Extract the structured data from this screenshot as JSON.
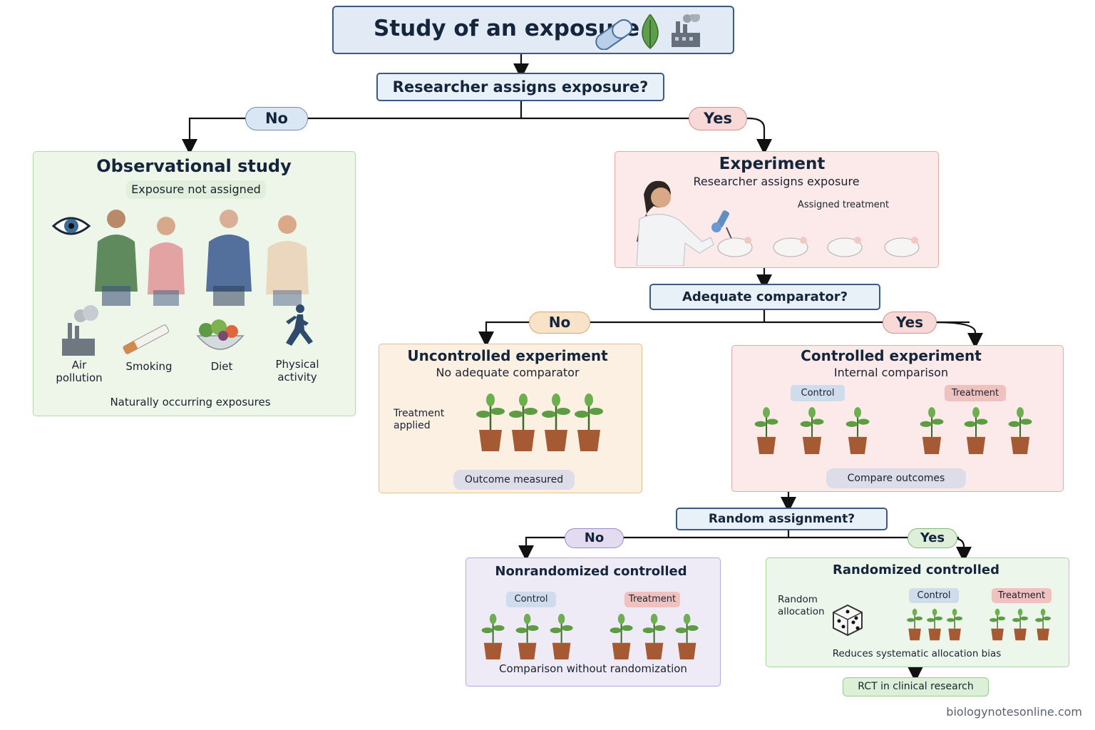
{
  "title": "Study of an exposure",
  "q1": {
    "question": "Researcher assigns exposure?",
    "no_label": "No",
    "yes_label": "Yes"
  },
  "observational": {
    "title": "Observational study",
    "subtitle": "Exposure not assigned",
    "exposures": [
      {
        "label": "Air\npollution",
        "icon": "factory-icon"
      },
      {
        "label": "Smoking",
        "icon": "cigarette-icon"
      },
      {
        "label": "Diet",
        "icon": "food-bowl-icon"
      },
      {
        "label": "Physical\nactivity",
        "icon": "runner-icon"
      }
    ],
    "footer": "Naturally occurring exposures"
  },
  "experiment": {
    "title": "Experiment",
    "subtitle": "Researcher assigns exposure",
    "assigned_label": "Assigned treatment"
  },
  "q2": {
    "question": "Adequate comparator?",
    "no_label": "No",
    "yes_label": "Yes"
  },
  "uncontrolled": {
    "title": "Uncontrolled experiment",
    "subtitle": "No adequate comparator",
    "treatment_label": "Treatment\napplied",
    "outcome_label": "Outcome measured"
  },
  "controlled": {
    "title": "Controlled experiment",
    "subtitle": "Internal comparison",
    "control_tag": "Control",
    "treatment_tag": "Treatment",
    "compare_label": "Compare outcomes"
  },
  "q3": {
    "question": "Random assignment?",
    "no_label": "No",
    "yes_label": "Yes"
  },
  "nonrandomized": {
    "title": "Nonrandomized controlled",
    "control_tag": "Control",
    "treatment_tag": "Treatment",
    "footer": "Comparison without randomization"
  },
  "randomized": {
    "title": "Randomized controlled",
    "random_label": "Random\nallocation",
    "control_tag": "Control",
    "treatment_tag": "Treatment",
    "footer": "Reduces systematic allocation bias"
  },
  "rct": {
    "label": "RCT in clinical research"
  },
  "watermark": "biologynotesonline.com"
}
